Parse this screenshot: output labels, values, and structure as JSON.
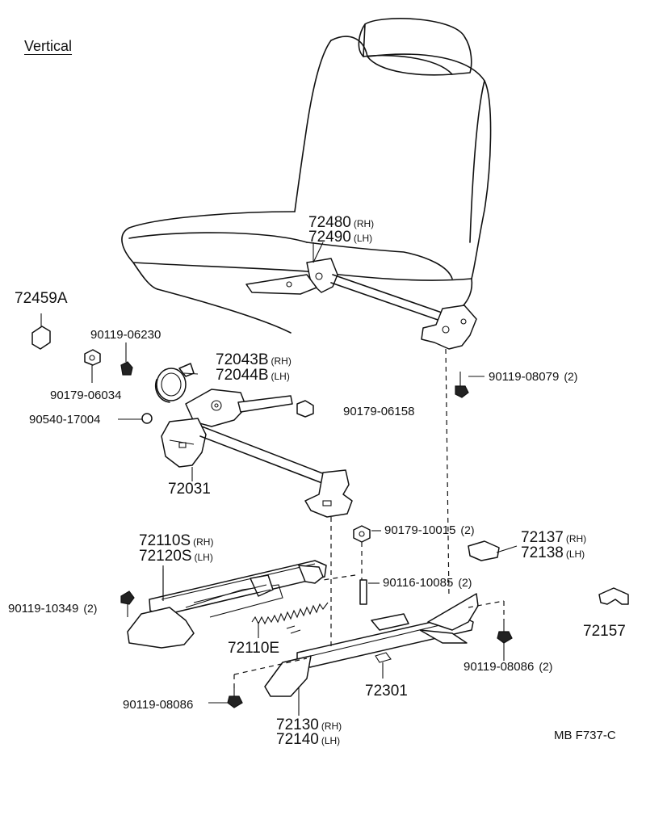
{
  "header": {
    "title": "Vertical",
    "drawing_code": "MB  F737-C"
  },
  "labels": {
    "p72480": {
      "number": "72480",
      "suffix": "(RH)"
    },
    "p72490": {
      "number": "72490",
      "suffix": "(LH)"
    },
    "p72459A": {
      "number": "72459A"
    },
    "p90119_06230": {
      "number": "90119-06230"
    },
    "p72043B": {
      "number": "72043B",
      "suffix": "(RH)"
    },
    "p72044B": {
      "number": "72044B",
      "suffix": "(LH)"
    },
    "p90179_06034": {
      "number": "90179-06034"
    },
    "p90119_08079": {
      "number": "90119-08079",
      "qty": "(2)"
    },
    "p90540_17004": {
      "number": "90540-17004"
    },
    "p90179_06158": {
      "number": "90179-06158"
    },
    "p72031": {
      "number": "72031"
    },
    "p90179_10015": {
      "number": "90179-10015",
      "qty": "(2)"
    },
    "p72137": {
      "number": "72137",
      "suffix": "(RH)"
    },
    "p72138": {
      "number": "72138",
      "suffix": "(LH)"
    },
    "p72110S": {
      "number": "72110S",
      "suffix": "(RH)"
    },
    "p72120S": {
      "number": "72120S",
      "suffix": "(LH)"
    },
    "p90116_10085": {
      "number": "90116-10085",
      "qty": "(2)"
    },
    "p90119_10349": {
      "number": "90119-10349",
      "qty": "(2)"
    },
    "p72157": {
      "number": "72157"
    },
    "p72110E": {
      "number": "72110E"
    },
    "p90119_08086_2": {
      "number": "90119-08086",
      "qty": "(2)"
    },
    "p72301": {
      "number": "72301"
    },
    "p90119_08086": {
      "number": "90119-08086"
    },
    "p72130": {
      "number": "72130",
      "suffix": "(RH)"
    },
    "p72140": {
      "number": "72140",
      "suffix": "(LH)"
    }
  }
}
